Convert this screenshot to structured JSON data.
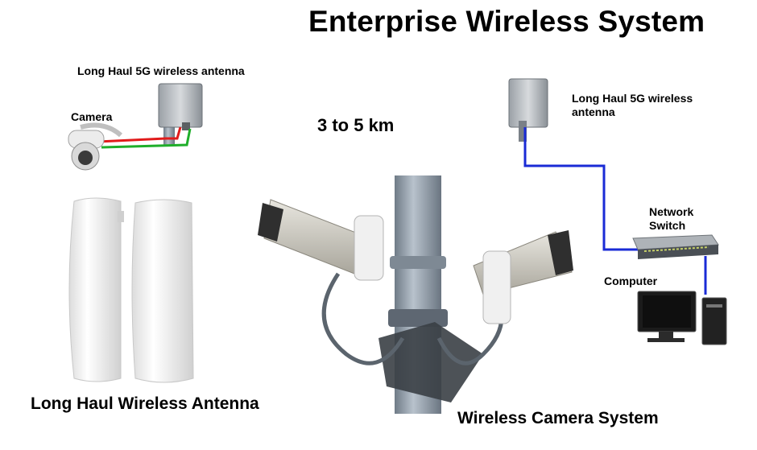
{
  "title": "Enterprise Wireless System",
  "labels": {
    "left_antenna": "Long Haul 5G wireless antenna",
    "camera": "Camera",
    "distance": "3 to 5 km",
    "right_antenna_line1": "Long Haul 5G wireless",
    "right_antenna_line2": "antenna",
    "switch_line1": "Network",
    "switch_line2": "Switch",
    "computer": "Computer",
    "antenna_product": "Long Haul Wireless Antenna",
    "camera_system": "Wireless Camera System"
  },
  "colors": {
    "cable_red": "#e11b1b",
    "cable_green": "#1fae2a",
    "cable_blue": "#1a2bd6",
    "enclosure_white": "#f2f2f2",
    "pole_gray": "#8d99a6"
  }
}
